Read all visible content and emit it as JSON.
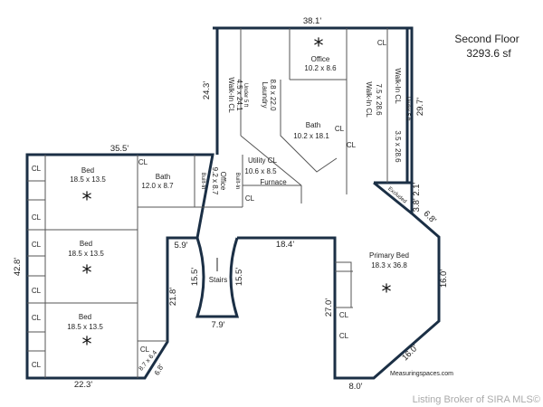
{
  "header": {
    "title": "Second Floor",
    "area": "3293.6 sf"
  },
  "rooms": {
    "office_top": {
      "name": "Office",
      "size": "10.2 x 8.6"
    },
    "laundry": {
      "name": "Laundry",
      "size": "8.8 x 22.0"
    },
    "walkin_left": {
      "name": "Walk-In CL",
      "size": "4.5 x 24.1",
      "note": "Under 5 ft"
    },
    "bath_main": {
      "name": "Bath",
      "size": "10.2 x 18.1"
    },
    "walkin_mid": {
      "name": "Walk-In CL",
      "size": "7.5 x 28.6"
    },
    "walkin_right": {
      "name": "Walk-In CL",
      "size": "3.5 x 28.6",
      "note": "Under 5 ft"
    },
    "utility": {
      "name": "Utility CL",
      "size": "10.6 x 8.5",
      "furnace": "Furnace"
    },
    "office_small": {
      "name": "Office",
      "size": "9.2 x 8.7",
      "builtin": "Built-In"
    },
    "bath_left": {
      "name": "Bath",
      "size": "12.0 x 8.7"
    },
    "bed1": {
      "name": "Bed",
      "size": "18.5 x 13.5"
    },
    "bed2": {
      "name": "Bed",
      "size": "18.5 x 13.5"
    },
    "bed3": {
      "name": "Bed",
      "size": "18.5 x 13.5"
    },
    "closet_hall": {
      "name": "CL",
      "size": "8.7 x 6.4"
    },
    "stairs": {
      "name": "Stairs"
    },
    "primary": {
      "name": "Primary Bed",
      "size": "18.3 x 36.8"
    },
    "excluded": {
      "name": "Excluded"
    },
    "cl": "CL"
  },
  "dimensions": {
    "top": "38.1'",
    "left_wing_top": "35.5'",
    "left_side": "42.8'",
    "bottom_left": "22.3'",
    "upper_left": "24.3'",
    "upper_right": "29.7'",
    "diag_small": "3.8' 2.1'",
    "diag_right": "6.8'",
    "right": "16.0'",
    "diag_bottom": "16.0'",
    "bottom_right": "8.0'",
    "primary_left": "27.0'",
    "hall_top": "5.9'",
    "hall_right": "18.4'",
    "stair_left": "15.5'",
    "stair_right": "15.5'",
    "stair_bottom": "7.9'",
    "hall_inner": "21.8'",
    "closet_diag": "6.8'"
  },
  "footer": {
    "credit": "Measuringspaces.com",
    "watermark": "Listing Broker of SIRA MLS©"
  }
}
